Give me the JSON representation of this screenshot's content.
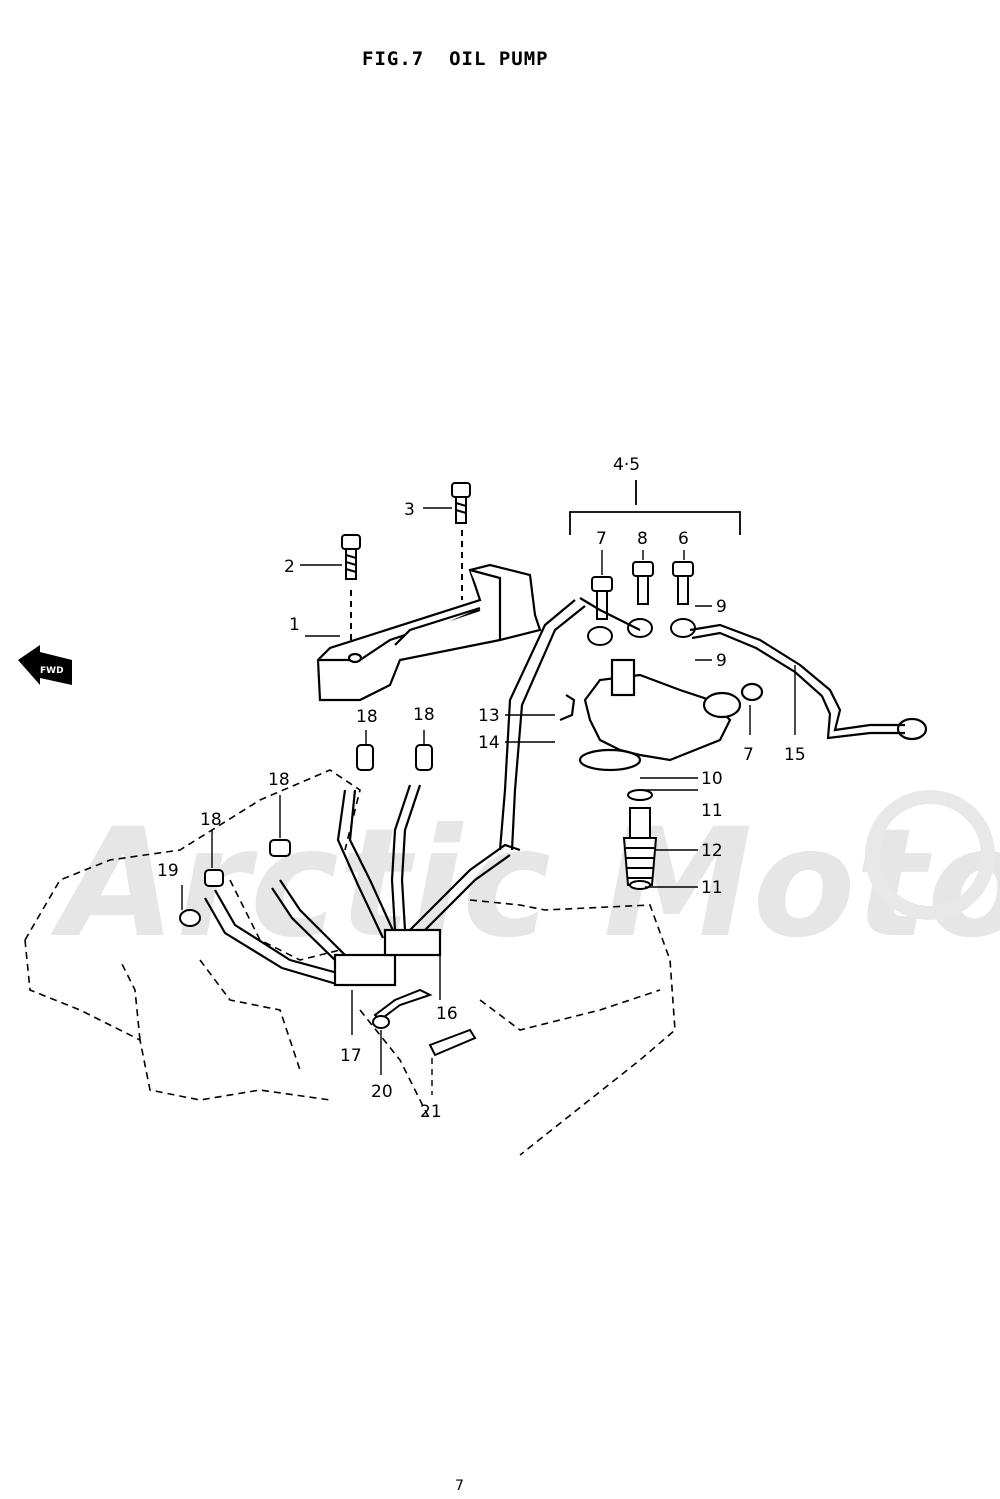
{
  "title": "FIG.7  OIL PUMP",
  "page_number": "7",
  "watermark": "Arctic Moto",
  "fwd_label": "FWD",
  "assembly_label": "4·5",
  "callouts": [
    "1",
    "2",
    "3",
    "6",
    "7",
    "8",
    "9",
    "9",
    "13",
    "14",
    "7",
    "15",
    "10",
    "11",
    "12",
    "11",
    "18",
    "18",
    "18",
    "18",
    "19",
    "16",
    "17",
    "20",
    "21"
  ]
}
